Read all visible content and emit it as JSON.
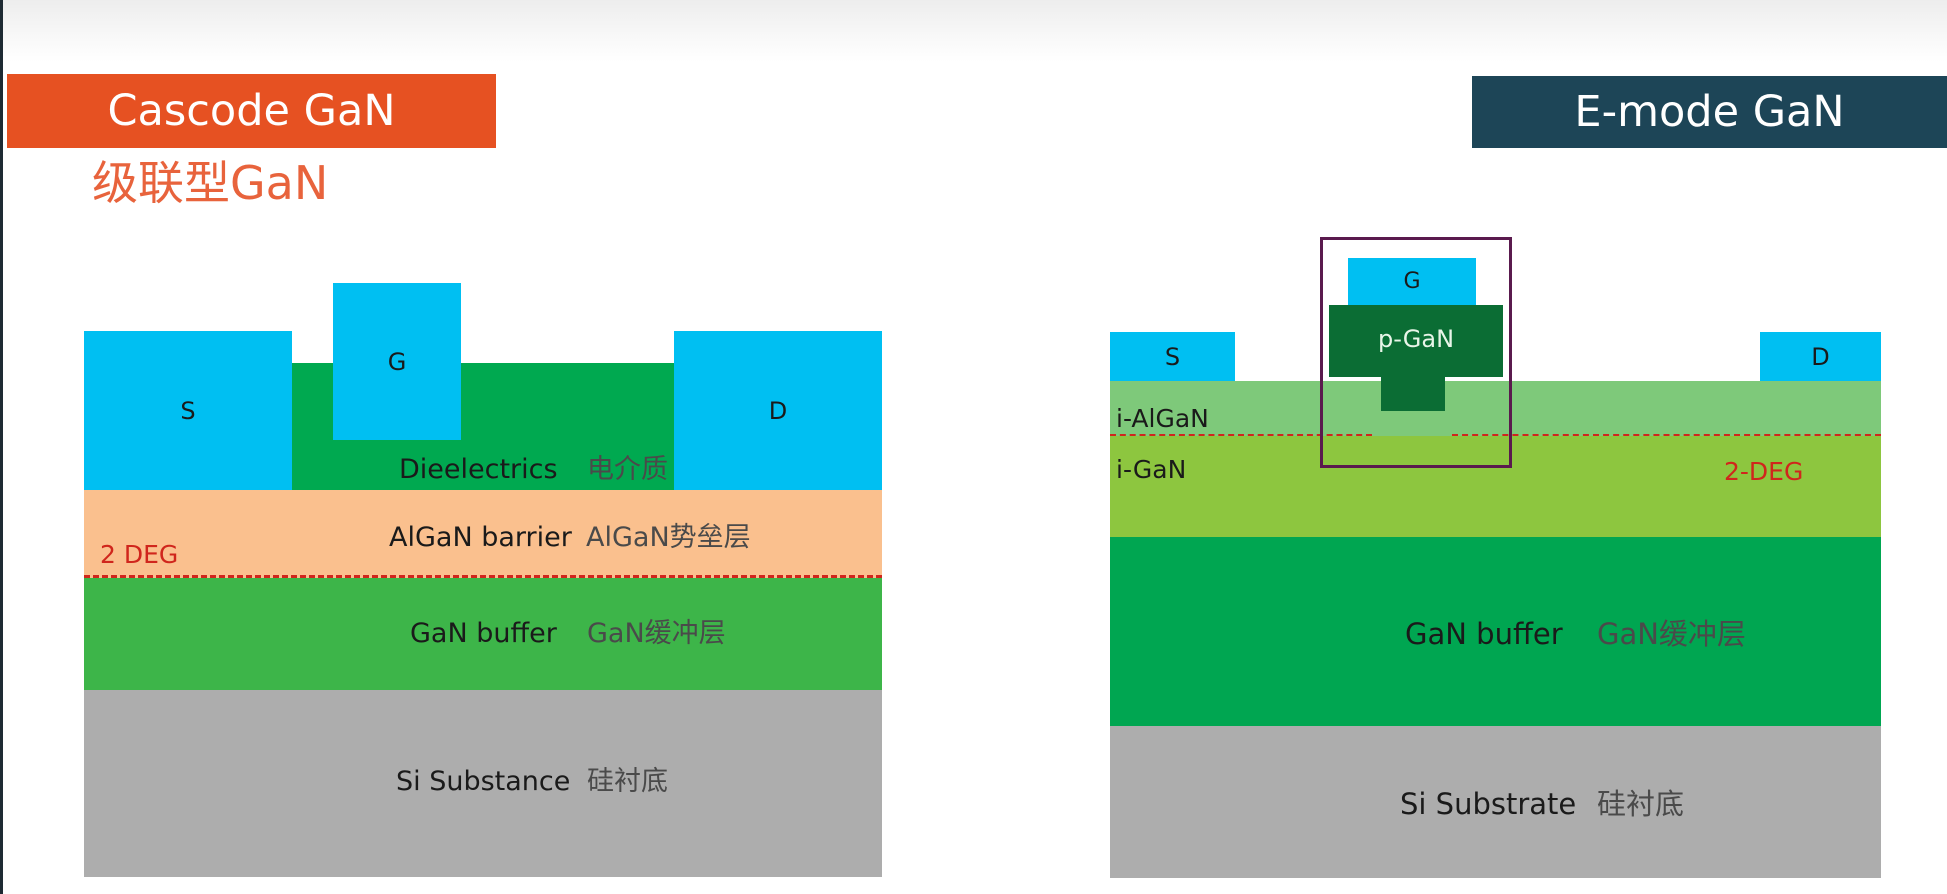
{
  "slide": {
    "left_banner": "Cascode GaN",
    "left_subtitle": "级联型GaN",
    "right_banner": "E-mode GaN"
  },
  "cascode": {
    "source_label": "S",
    "gate_label": "G",
    "drain_label": "D",
    "dielectrics_en": "Dieelectrics",
    "dielectrics_cn": "电介质",
    "barrier_en": "AlGaN barrier",
    "barrier_cn": "AlGaN势垒层",
    "deg_label": "2 DEG",
    "buffer_en": "GaN buffer",
    "buffer_cn": "GaN缓冲层",
    "substrate_en": "Si Substance",
    "substrate_cn": "硅衬底"
  },
  "emode": {
    "source_label": "S",
    "gate_label": "G",
    "drain_label": "D",
    "pgan_label": "p-GaN",
    "algan_label": "i-AlGaN",
    "igan_label": "i-GaN",
    "deg_label": "2-DEG",
    "buffer_en": "GaN buffer",
    "buffer_cn": "GaN缓冲层",
    "substrate_en": "Si Substrate",
    "substrate_cn": "硅衬底"
  },
  "colors": {
    "cascode_banner": "#e65122",
    "emode_banner": "#1d4557",
    "contact_blue": "#00bff2",
    "dielectric_green": "#00a950",
    "algan_peach": "#fac08e",
    "gan_buffer_green": "#3db549",
    "substrate_gray": "#adadad",
    "i_algan_green": "#7ec97a",
    "i_gan_green": "#8dc63f",
    "buffer_dark_green": "#00a651",
    "p_gan_dark_green": "#0b6d34",
    "deg_red": "#d0261c",
    "highlight_box": "#5a1a4e"
  }
}
